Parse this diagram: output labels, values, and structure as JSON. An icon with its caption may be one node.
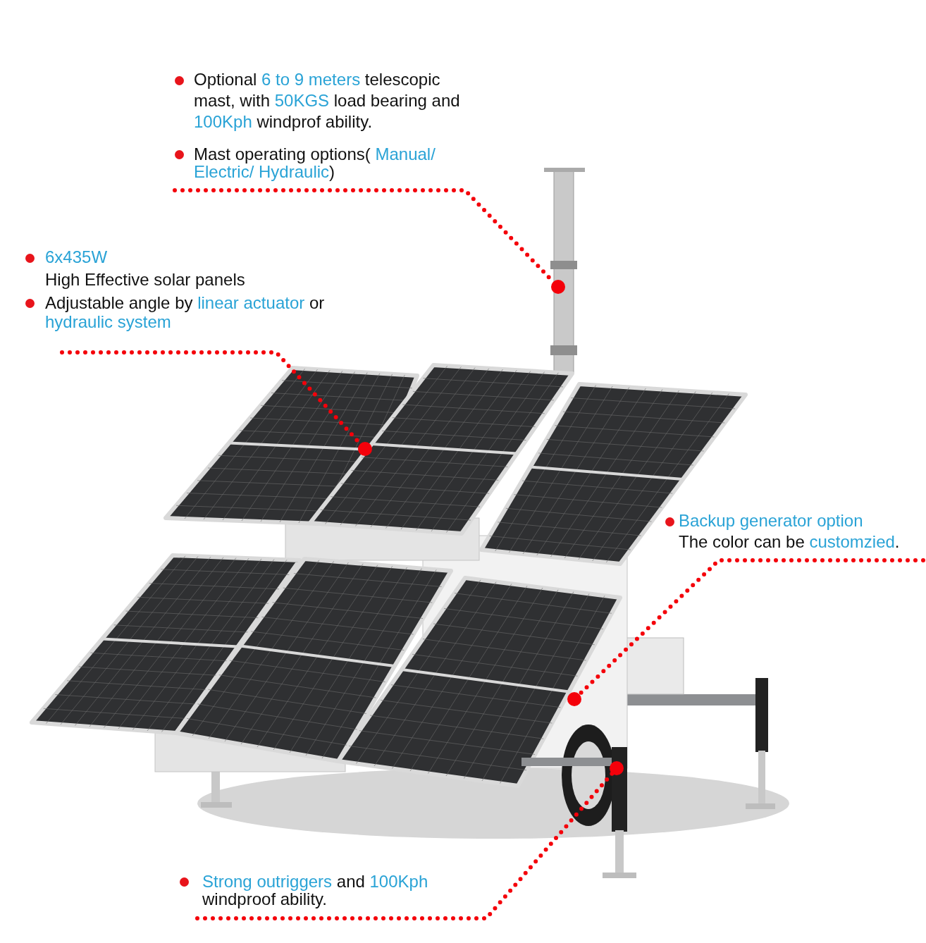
{
  "diagram": {
    "nodes": [
      {
        "text": [
          "Optional **6 to 9 meters** telescopic mast, with **50KGS** load bearing and **100Kph** windprof ability.",
          "Mast operating options( **Manual/ Electric/ Hydraulic**)"
        ]
      },
      {
        "text": [],
        "shape": "circle"
      },
      {
        "text": [
          "**6x435W**",
          "High Effective solar panels",
          "Adjustable angle by **linear actuator** or **hydraulic system**"
        ]
      },
      {
        "text": [],
        "shape": "circle"
      },
      {
        "text": [
          "**Backup generator option**",
          "The color can be **customzied**."
        ]
      },
      {
        "text": [],
        "shape": "circle"
      },
      {
        "text": [
          "**Strong outriggers** and **100Kph** windproof ability."
        ]
      },
      {
        "text": [],
        "shape": "circle"
      }
    ],
    "edges": [
      {
        "from": 0,
        "to": 1,
        "arrow": "none"
      },
      {
        "from": 2,
        "to": 3,
        "arrow": "none"
      },
      {
        "from": 4,
        "to": 5,
        "arrow": "none"
      },
      {
        "from": 6,
        "to": 7,
        "arrow": "none"
      }
    ]
  }
}
